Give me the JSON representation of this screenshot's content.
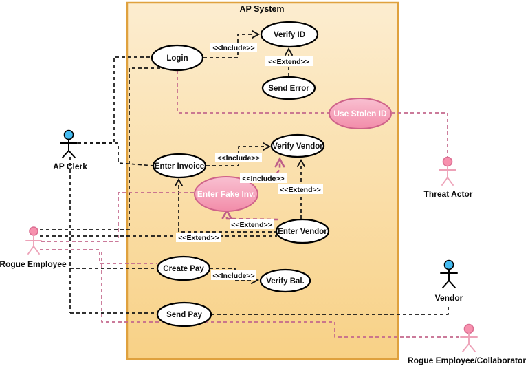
{
  "title": {
    "system": "AP System"
  },
  "stereotypes": {
    "include": "<<Include>>",
    "extend": "<<Extend>>"
  },
  "usecases": {
    "login": {
      "label": "Login",
      "kind": "normal"
    },
    "verify_id": {
      "label": "Verify ID",
      "kind": "normal"
    },
    "send_error": {
      "label": "Send Error",
      "kind": "normal"
    },
    "use_stolen_id": {
      "label": "Use Stolen ID",
      "kind": "threat"
    },
    "enter_invoice": {
      "label": "Enter Invoice",
      "kind": "normal"
    },
    "verify_vendor": {
      "label": "Verify Vendor",
      "kind": "normal"
    },
    "enter_fake_inv": {
      "label": "Enter Fake Inv.",
      "kind": "threat"
    },
    "enter_vendor": {
      "label": "Enter Vendor",
      "kind": "normal"
    },
    "create_pay": {
      "label": "Create Pay",
      "kind": "normal"
    },
    "verify_bal": {
      "label": "Verify Bal.",
      "kind": "normal"
    },
    "send_pay": {
      "label": "Send Pay",
      "kind": "normal"
    }
  },
  "actors": {
    "ap_clerk": {
      "label": "AP Clerk",
      "type": "legitimate"
    },
    "rogue_employee": {
      "label": "Rogue Employee",
      "type": "threat"
    },
    "threat_actor": {
      "label": "Threat Actor",
      "type": "threat"
    },
    "vendor": {
      "label": "Vendor",
      "type": "legitimate"
    },
    "collaborator": {
      "label": "Rogue Employee/Collaborator",
      "type": "threat"
    }
  },
  "connections": [
    {
      "from": "AP Clerk",
      "to": "Login",
      "style": "black-dashed"
    },
    {
      "from": "AP Clerk",
      "to": "Enter Invoice",
      "style": "black-dashed"
    },
    {
      "from": "AP Clerk",
      "to": "Create Pay",
      "style": "black-dashed"
    },
    {
      "from": "AP Clerk",
      "to": "Send Pay",
      "style": "black-dashed"
    },
    {
      "from": "Rogue Employee",
      "to": "Login",
      "style": "black-dashed"
    },
    {
      "from": "Rogue Employee",
      "to": "Enter Vendor",
      "style": "black-dashed"
    },
    {
      "from": "Rogue Employee",
      "to": "Enter Fake Inv.",
      "style": "pink-dashed"
    },
    {
      "from": "Rogue Employee",
      "to": "Create Pay",
      "style": "pink-dashed"
    },
    {
      "from": "Rogue Employee",
      "to": "Rogue Employee/Collaborator",
      "via": "Send Pay",
      "style": "pink-dashed"
    },
    {
      "from": "Send Pay",
      "to": "Vendor",
      "style": "black-dashed"
    },
    {
      "from": "Use Stolen ID",
      "to": "Login",
      "style": "pink-dashed"
    },
    {
      "from": "Use Stolen ID",
      "to": "Threat Actor",
      "style": "pink-dashed"
    },
    {
      "from": "Login",
      "to": "Verify ID",
      "stereotype": "<<Include>>",
      "style": "black-dashed-arrow"
    },
    {
      "from": "Send Error",
      "to": "Verify ID",
      "stereotype": "<<Extend>>",
      "style": "black-dashed-arrow"
    },
    {
      "from": "Enter Invoice",
      "to": "Verify Vendor",
      "stereotype": "<<Include>>",
      "style": "black-dashed-arrow"
    },
    {
      "from": "Enter Fake Inv.",
      "to": "Verify Vendor",
      "stereotype": "<<Include>>",
      "style": "pink-dashed-arrow"
    },
    {
      "from": "Enter Vendor",
      "to": "Verify Vendor",
      "stereotype": "<<Extend>>",
      "style": "black-dashed-arrow"
    },
    {
      "from": "Enter Vendor",
      "to": "Enter Fake Inv.",
      "stereotype": "<<Extend>>",
      "style": "pink-dashed-arrow"
    },
    {
      "from": "Enter Vendor",
      "to": "Enter Invoice",
      "stereotype": "<<Extend>>",
      "style": "black-dashed-arrow"
    },
    {
      "from": "Create Pay",
      "to": "Verify Bal.",
      "stereotype": "<<Include>>",
      "style": "black-dashed-arrow"
    }
  ],
  "colors": {
    "system_border": "#DFA13E",
    "system_fill_top": "#FCEDD0",
    "system_fill_bottom": "#F8D186",
    "threat_fill": "#F495B1",
    "threat_stroke": "#CE6289",
    "threat_line": "#C4688C",
    "normal_line": "#141414",
    "legit_head": "#45BCF2",
    "threat_head": "#F791AE"
  }
}
